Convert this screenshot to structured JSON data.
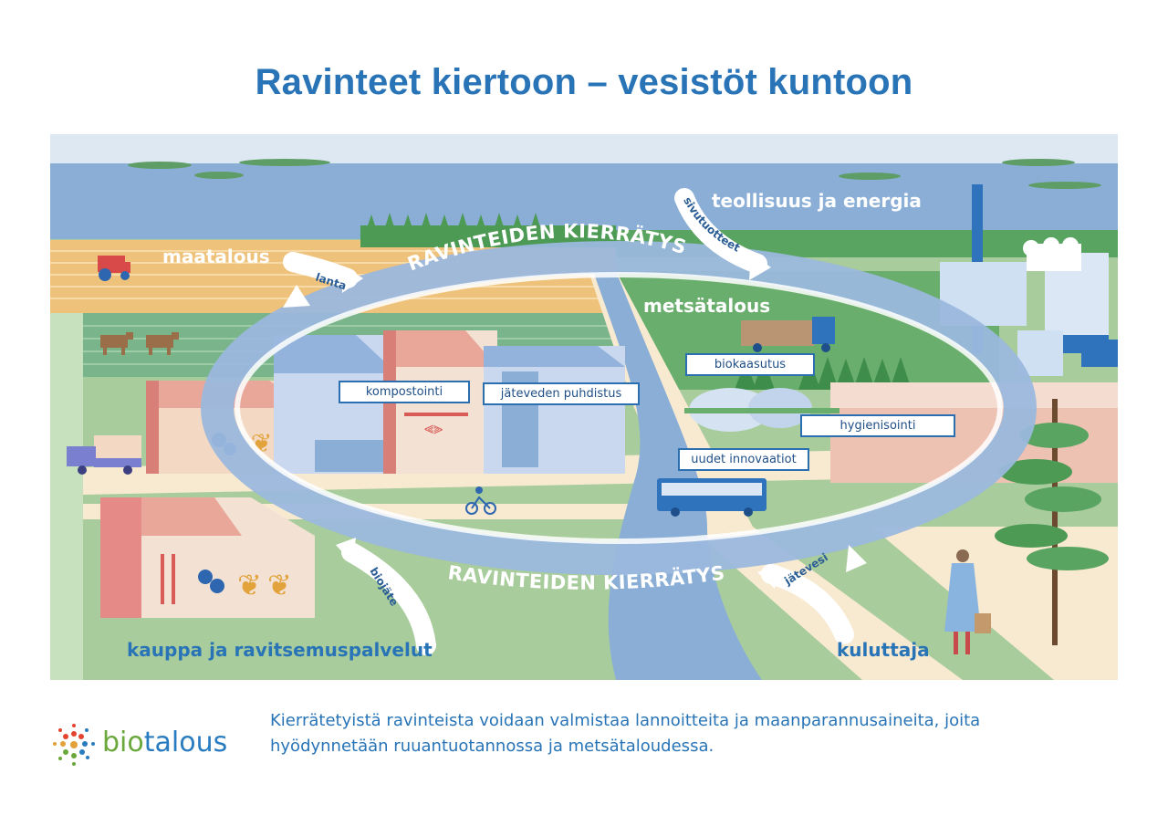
{
  "title": "Ravinteet kiertoon – vesistöt kuntoon",
  "cycle": {
    "top_label": "RAVINTEIDEN KIERRÄTYS",
    "bottom_label": "RAVINTEIDEN KIERRÄTYS"
  },
  "sectors": {
    "agriculture": "maatalous",
    "industry": "teollisuus ja energia",
    "forestry": "metsätalous",
    "retail": "kauppa ja ravitsemuspalvelut",
    "consumer": "kuluttaja"
  },
  "flows": {
    "manure": "lanta",
    "byproducts": "sivutuotteet",
    "biowaste": "biojäte",
    "wastewater": "jätevesi"
  },
  "processes": {
    "composting": "kompostointi",
    "wastewater_treatment": "jäteveden puhdistus",
    "biogas": "biokaasutus",
    "hygienisation": "hygienisointi",
    "innovations": "uudet innovaatiot"
  },
  "footer": {
    "text": "Kierrätetyistä ravinteista voidaan valmistaa lannoitteita ja maanparannusaineita, joita hyödynnetään ruuantuotannossa ja metsätaloudessa."
  },
  "logo": {
    "prefix": "bio",
    "suffix": "talous"
  },
  "colors": {
    "title": "#2874b7",
    "cycle_ring": "#9bb8dd",
    "box_border": "#2c6fb0",
    "water": "#8aaed6"
  }
}
